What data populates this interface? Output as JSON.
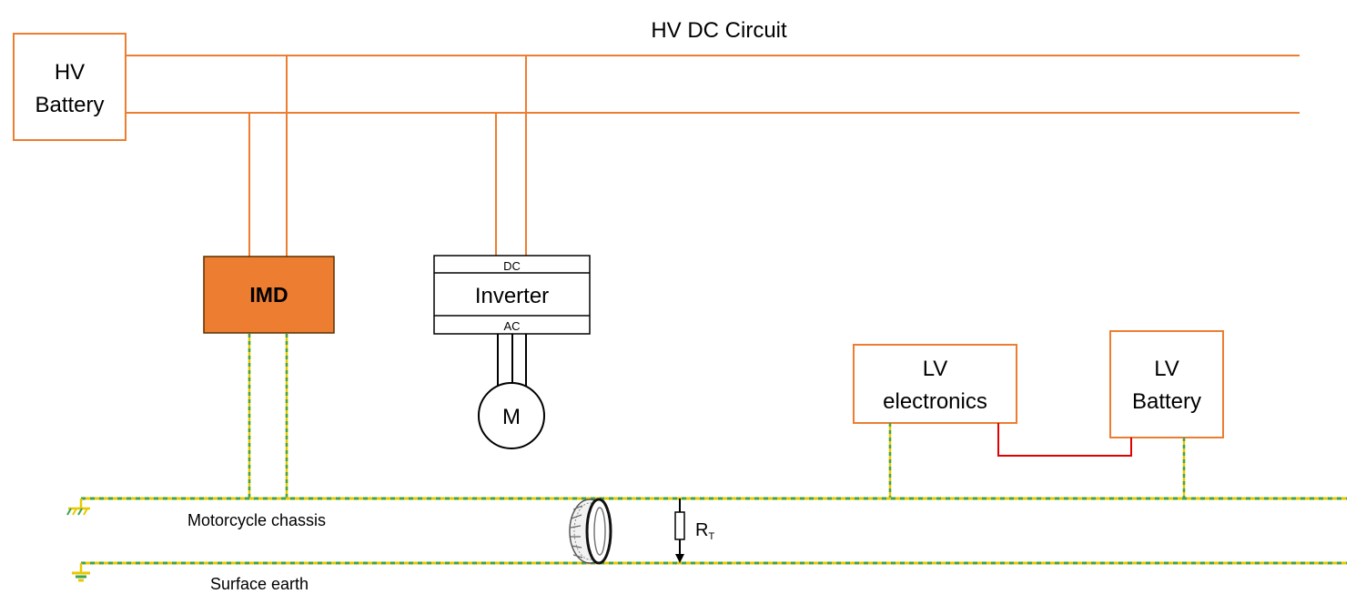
{
  "title": "HV DC Circuit",
  "hv_battery": {
    "line1": "HV",
    "line2": "Battery"
  },
  "imd": {
    "label": "IMD"
  },
  "inverter": {
    "dc": "DC",
    "label": "Inverter",
    "ac": "AC"
  },
  "motor": {
    "label": "M"
  },
  "lv_electronics": {
    "line1": "LV",
    "line2": "electronics"
  },
  "lv_battery": {
    "line1": "LV",
    "line2": "Battery"
  },
  "chassis": {
    "label": "Motorcycle chassis"
  },
  "earth": {
    "label": "Surface earth"
  },
  "resistor": {
    "label": "R",
    "subscript": "T"
  },
  "colors": {
    "hv_wire": "#ED7D31",
    "imd_fill": "#ED7D31",
    "lv_wire": "#E00000",
    "ground_yellow": "#E8C800",
    "ground_green": "#3FA34D"
  }
}
